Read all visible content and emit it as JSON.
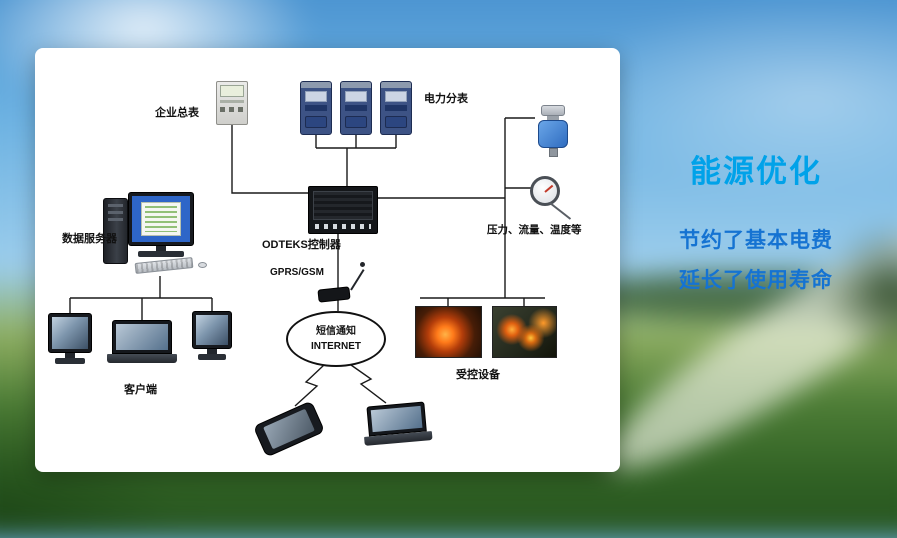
{
  "caption": {
    "title": "能源优化",
    "lines": [
      "节约了基本电费",
      "延长了使用寿命"
    ],
    "colors": {
      "title_blue": "#00a2e9",
      "body_blue": "#1573d2"
    }
  },
  "diagram": {
    "labels": {
      "enterprise_meter": "企业总表",
      "power_submeter": "电力分表",
      "sensors": "压力、流量、温度等",
      "controller": "ODTEKS控制器",
      "data_server": "数据服务器",
      "gprs": "GPRS/GSM",
      "sms": "短信通知",
      "internet": "INTERNET",
      "client": "客户端",
      "controlled_devices": "受控设备"
    }
  }
}
